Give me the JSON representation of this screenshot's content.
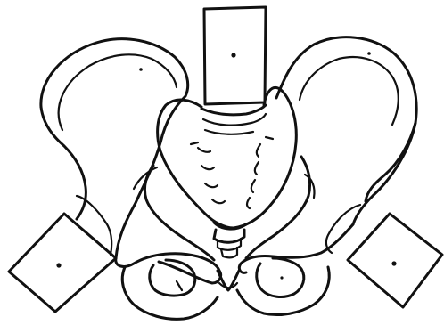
{
  "figure": {
    "kind": "line-drawing",
    "subject": "pelvis",
    "parts": [
      "vertebra-block",
      "sacrum",
      "coccyx",
      "left-ilium",
      "right-ilium",
      "left-femur-block",
      "right-femur-block",
      "left-obturator",
      "right-obturator",
      "pubic-symphysis"
    ],
    "colors": {
      "ink": "#111111",
      "paper": "#ffffff"
    }
  }
}
